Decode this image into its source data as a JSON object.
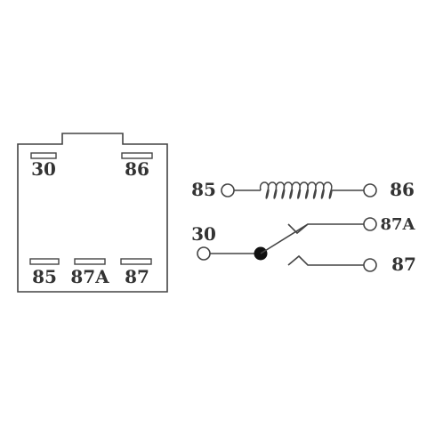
{
  "colors": {
    "line": "#444444",
    "text": "#333333",
    "background": "#ffffff",
    "junction": "#111111"
  },
  "relay_body": {
    "pin_labels": {
      "pin_30": "30",
      "pin_86": "86",
      "pin_85": "85",
      "pin_87a": "87A",
      "pin_87": "87"
    }
  },
  "schematic": {
    "terminal_labels": {
      "coil_left": "85",
      "coil_right": "86",
      "common": "30",
      "normally_closed": "87A",
      "normally_open": "87"
    },
    "coil": {
      "turns": 9
    }
  }
}
